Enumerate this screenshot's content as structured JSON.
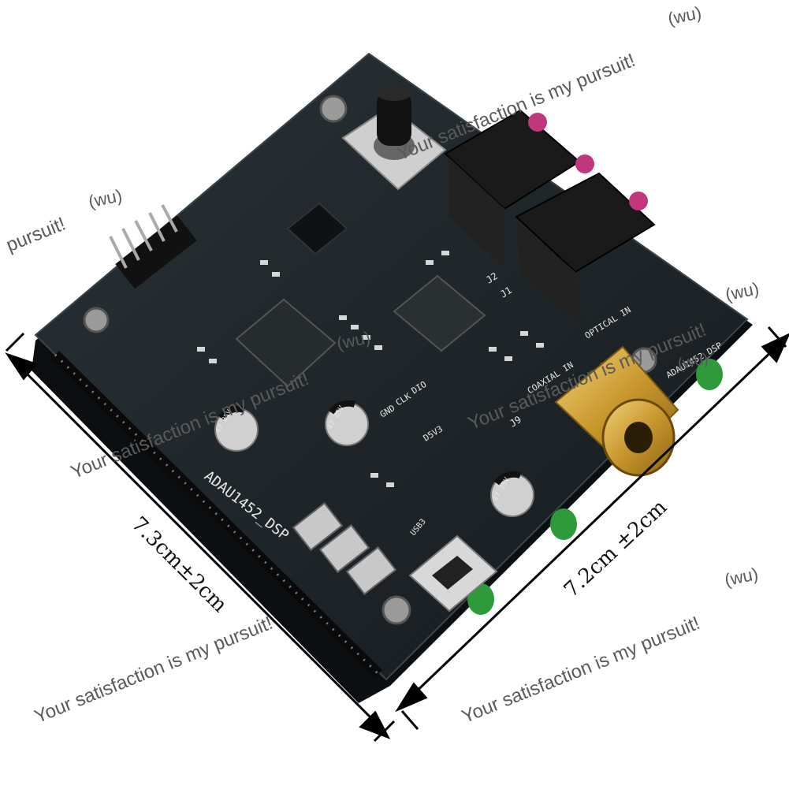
{
  "dimensions": {
    "left_edge": "7.3cm±2cm",
    "right_edge": "7.2cm ±2cm"
  },
  "watermarks": [
    {
      "text": "Your satisfaction is my pursuit!"
    },
    {
      "text": "(wu)"
    },
    {
      "text": "pursuit!"
    },
    {
      "text": "(wu)"
    },
    {
      "text": "(wu)"
    },
    {
      "text": "Your satisfaction is my pursuit!"
    },
    {
      "text": "Your satisfaction is my pursuit!"
    },
    {
      "text": "(wu)"
    },
    {
      "text": "Your satisfaction is my pursuit!"
    },
    {
      "text": "Your satisfaction is my pursuit!"
    },
    {
      "text": "(wu)"
    },
    {
      "text": "(wu)"
    }
  ],
  "board_labels": {
    "name": "ADAU1452_DSP",
    "name_small": "ADAU1452_DSP",
    "optical_in": "OPTICAL IN",
    "coaxial": "COAXIAL IN",
    "gnd": "GND",
    "clk": "CLK",
    "dio": "DIO",
    "d5v3": "D5V3",
    "j1": "J1",
    "j2": "J2",
    "j9": "J9",
    "cap1": "47 25V",
    "cap2": "47 25V",
    "cap3": "47 25V",
    "usb": "USB3"
  },
  "colors": {
    "pcb": "#1c2226",
    "pcb_edge": "#0e1214",
    "gold": "#c8a030",
    "green_jack": "#2f9a3a",
    "magenta": "#c2367e"
  }
}
